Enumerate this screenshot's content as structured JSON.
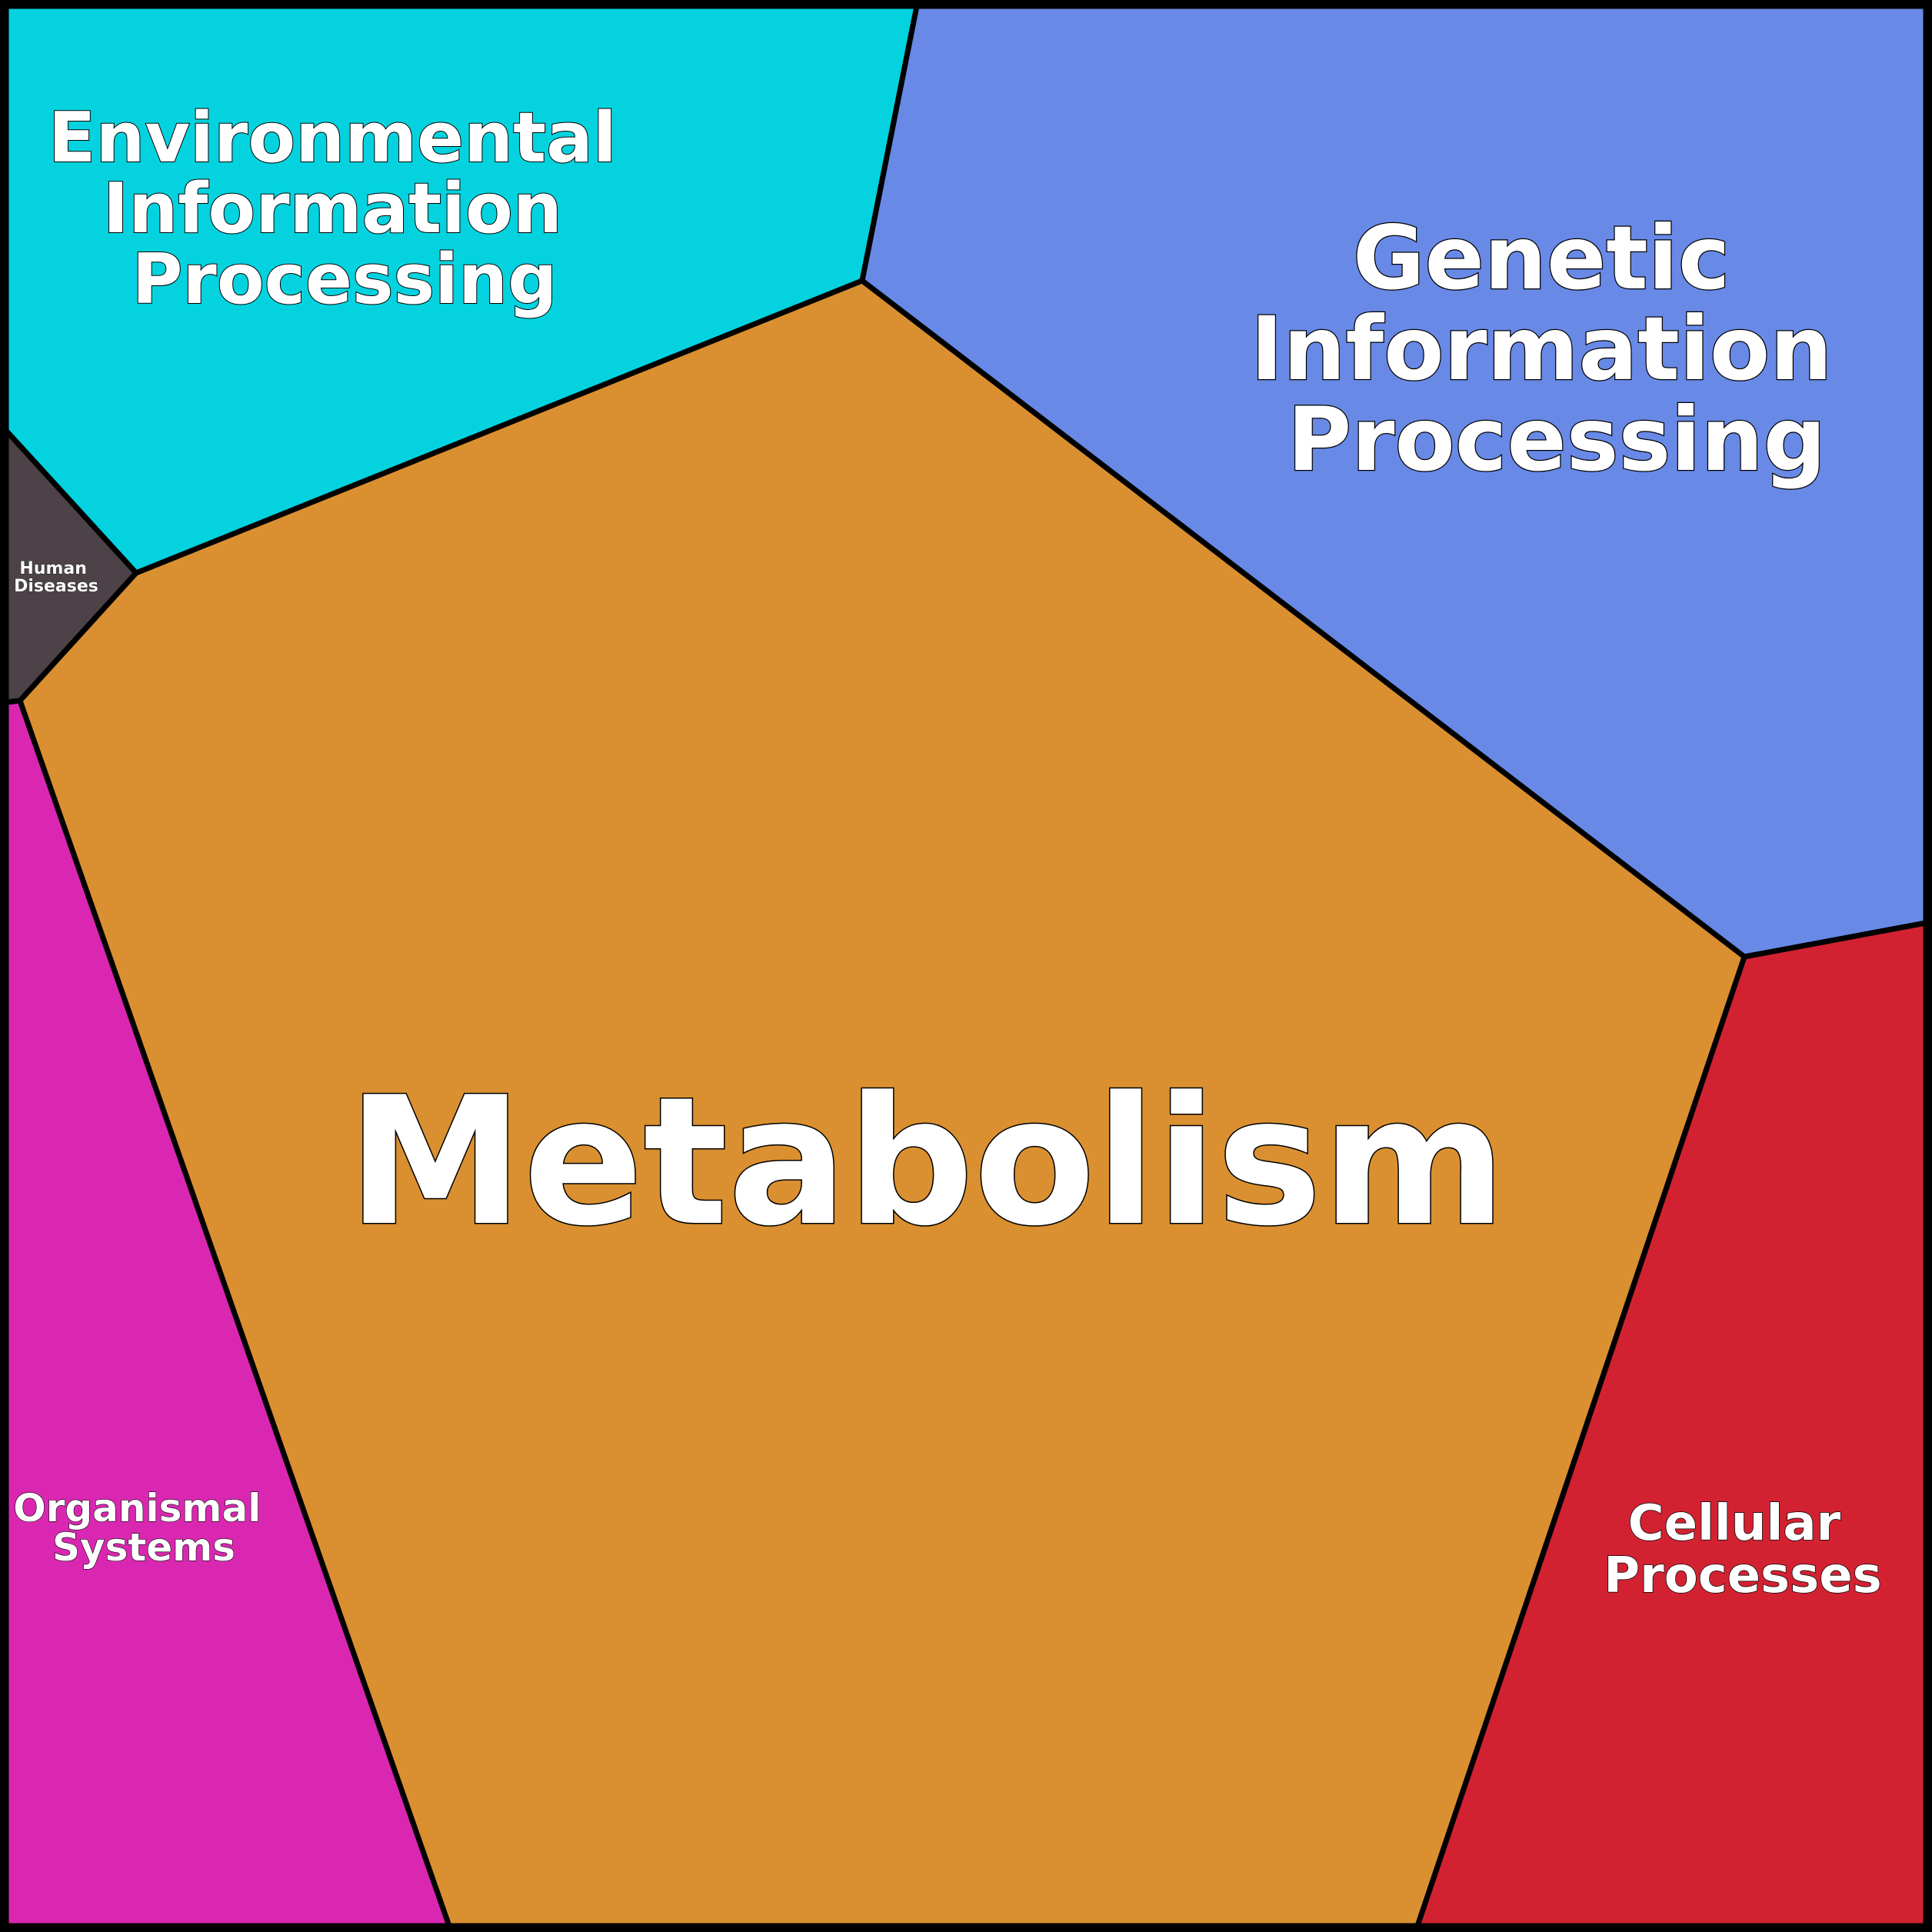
{
  "regions": [
    {
      "id": "metabolism",
      "lines": [
        "Metabolism"
      ],
      "color": "#da9030"
    },
    {
      "id": "genetic-information-processing",
      "lines": [
        "Genetic",
        "Information",
        "Processing"
      ],
      "color": "#6889e6"
    },
    {
      "id": "environmental-information-processing",
      "lines": [
        "Environmental",
        "Information",
        "Processing"
      ],
      "color": "#04d3df"
    },
    {
      "id": "cellular-processes",
      "lines": [
        "Cellular",
        "Processes"
      ],
      "color": "#d22232"
    },
    {
      "id": "organismal-systems",
      "lines": [
        "Organismal",
        "Systems"
      ],
      "color": "#da27b1"
    },
    {
      "id": "human-diseases",
      "lines": [
        "Human",
        "Diseases"
      ],
      "color": "#4c4248"
    }
  ],
  "colors": {
    "border": "#000000",
    "text": "#ffffff"
  }
}
